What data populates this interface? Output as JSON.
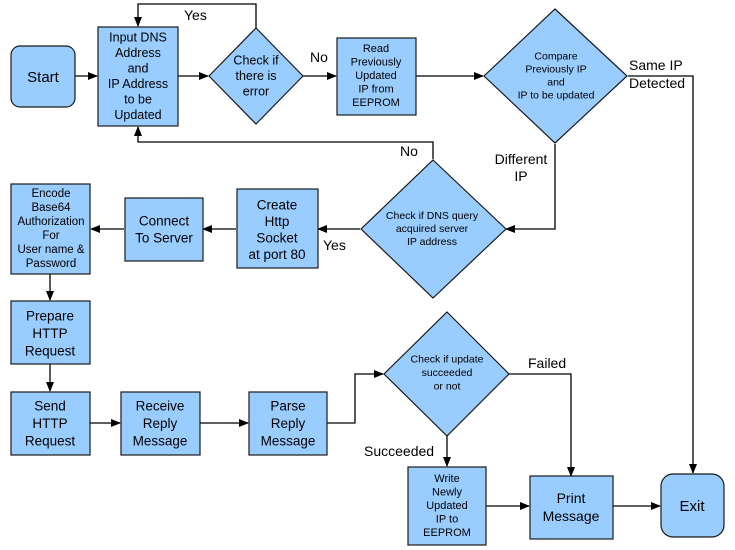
{
  "colors": {
    "node_fill": "#99ccff",
    "node_stroke": "#1a1a1a",
    "edge": "#000000",
    "background": "#ffffff"
  },
  "nodes": {
    "start": {
      "lines": [
        "Start"
      ]
    },
    "input": {
      "lines": [
        "Input DNS",
        "Address",
        "and",
        "IP Address",
        "to be",
        "Updated"
      ]
    },
    "check_error": {
      "lines": [
        "Check if",
        "there is",
        "error"
      ]
    },
    "read_eeprom": {
      "lines": [
        "Read",
        "Previously",
        "Updated",
        "IP from",
        "EEPROM"
      ]
    },
    "compare_ip": {
      "lines": [
        "Compare",
        "Previously IP",
        "and",
        "IP to be updated"
      ]
    },
    "check_dns": {
      "lines": [
        "Check if DNS query",
        "acquired server",
        "IP address"
      ]
    },
    "create_socket": {
      "lines": [
        "Create",
        "Http",
        "Socket",
        "at port 80"
      ]
    },
    "connect": {
      "lines": [
        "Connect",
        "To Server"
      ]
    },
    "encode": {
      "lines": [
        "Encode",
        "Base64",
        "Authorization",
        "For",
        "User name &",
        "Password"
      ]
    },
    "prepare": {
      "lines": [
        "Prepare",
        "HTTP",
        "Request"
      ]
    },
    "send": {
      "lines": [
        "Send",
        "HTTP",
        "Request"
      ]
    },
    "receive": {
      "lines": [
        "Receive",
        "Reply",
        "Message"
      ]
    },
    "parse": {
      "lines": [
        "Parse",
        "Reply",
        "Message"
      ]
    },
    "check_update": {
      "lines": [
        "Check if update",
        "succeeded",
        "or not"
      ]
    },
    "write_eeprom": {
      "lines": [
        "Write",
        "Newly",
        "Updated",
        "IP to",
        "EEPROM"
      ]
    },
    "print": {
      "lines": [
        "Print",
        "Message"
      ]
    },
    "exit": {
      "lines": [
        "Exit"
      ]
    }
  },
  "edge_labels": {
    "yes_error": "Yes",
    "no_error": "No",
    "same_ip": [
      "Same IP",
      "Detected"
    ],
    "different_ip": [
      "Different",
      "IP"
    ],
    "no_dns": "No",
    "yes_dns": "Yes",
    "failed": "Failed",
    "succeeded": "Succeeded"
  }
}
